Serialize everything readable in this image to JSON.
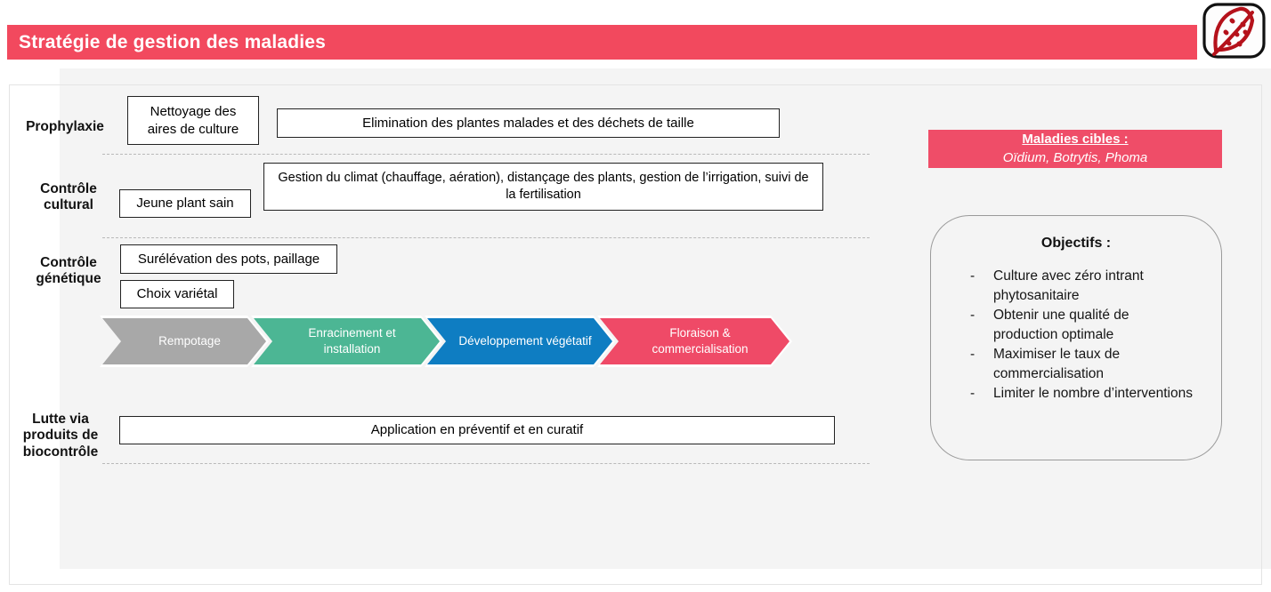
{
  "header": {
    "title": "Stratégie de gestion des maladies"
  },
  "logo": {
    "name": "leaf-with-spots-logo"
  },
  "colors": {
    "header_pink": "#f2495e",
    "maladies_pink": "#ef4d68",
    "chevron_gray": "#a8a8a8",
    "chevron_green": "#4cb694",
    "chevron_blue": "#0e7dc2",
    "chevron_pink": "#ef4a67",
    "panel_gray": "#f4f4f4"
  },
  "rows": {
    "prophylaxie": {
      "label": "Prophylaxie",
      "box1": "Nettoyage des aires de culture",
      "box2": "Elimination des plantes malades et des déchets de taille"
    },
    "cultural": {
      "label": "Contrôle cultural",
      "box1": "Jeune plant sain",
      "box2": "Gestion du climat (chauffage, aération), distançage des plants, gestion de l’irrigation, suivi de la fertilisation"
    },
    "genetique": {
      "label": "Contrôle génétique",
      "box1": "Surélévation des pots, paillage",
      "box2": "Choix variétal"
    },
    "biocontrole": {
      "label": "Lutte via produits de biocontrôle",
      "box1": "Application en préventif et en curatif"
    }
  },
  "timeline": {
    "stages": [
      {
        "label": "Rempotage",
        "color": "#a8a8a8"
      },
      {
        "label": "Enracinement et installation",
        "color": "#4cb694"
      },
      {
        "label": "Développement végétatif",
        "color": "#0e7dc2"
      },
      {
        "label": "Floraison & commercialisation",
        "color": "#ef4a67"
      }
    ]
  },
  "maladies": {
    "title": "Maladies cibles :",
    "list": "Oïdium, Botrytis, Phoma"
  },
  "objectifs": {
    "title": "Objectifs :",
    "items": [
      "Culture avec zéro intrant phytosanitaire",
      "Obtenir une qualité de production optimale",
      "Maximiser le taux de commercialisation",
      "Limiter le nombre d’interventions"
    ]
  }
}
